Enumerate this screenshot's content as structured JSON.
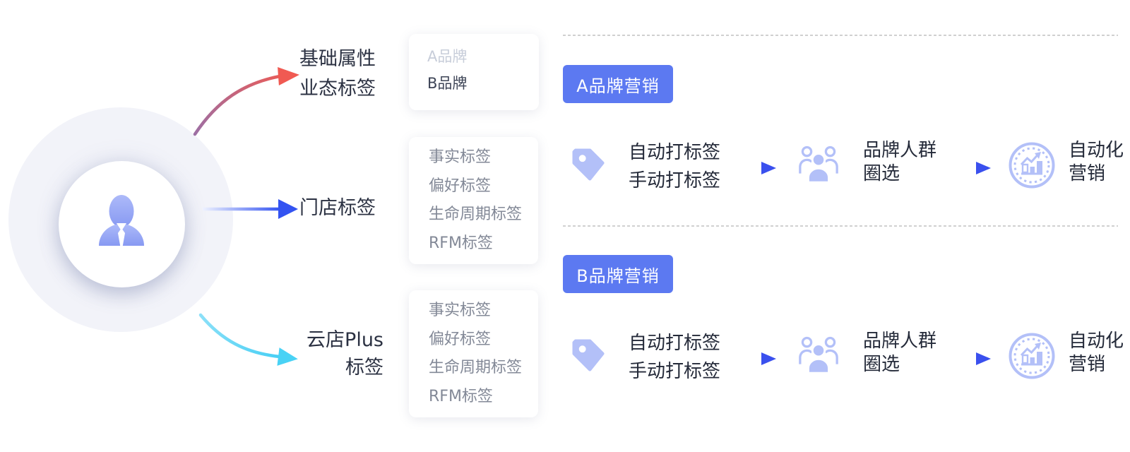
{
  "colors": {
    "accent_button_blue": "#5c79f1",
    "flow_arrow_blue": "#3a50ee",
    "source_arrow_red": "#f05a52",
    "source_arrow_purple": "#9d6fa4",
    "source_arrow_cyan": "#46d1f5",
    "icon_periwinkle": "#b3c0f8",
    "avatar_fill_top": "#adbaf9",
    "avatar_fill_bottom": "#8799f2",
    "circle_bg": "#f2f3f9",
    "label_text": "#2b3142",
    "flow_text": "#242a39",
    "box_text_gray": "#838997",
    "box_text_muted": "#c7cdd9",
    "divider_gray": "#d0d0d0"
  },
  "icons": {
    "user": "user-icon",
    "tag": "tag-icon",
    "people": "users-group-icon",
    "chart": "marketing-chart-icon",
    "flow_arrow": "arrow-right-icon"
  },
  "diagram": {
    "groups": [
      {
        "label_line1": "基础属性",
        "label_line2": "业态标签",
        "box_items": [
          "A品牌",
          "B品牌"
        ]
      },
      {
        "label_line1": "门店标签",
        "box_items": [
          "事实标签",
          "偏好标签",
          "生命周期标签",
          "RFM标签"
        ]
      },
      {
        "label_line1": "云店Plus",
        "label_line2": "标签",
        "box_items": [
          "事实标签",
          "偏好标签",
          "生命周期标签",
          "RFM标签"
        ]
      }
    ],
    "sections": [
      {
        "button_label": "A品牌营销",
        "tagging_line1": "自动打标签",
        "tagging_line2": "手动打标签",
        "audience_line1": "品牌人群",
        "audience_line2": "圈选",
        "automation_line1": "自动化",
        "automation_line2": "营销"
      },
      {
        "button_label": "B品牌营销",
        "tagging_line1": "自动打标签",
        "tagging_line2": "手动打标签",
        "audience_line1": "品牌人群",
        "audience_line2": "圈选",
        "automation_line1": "自动化",
        "automation_line2": "营销"
      }
    ]
  }
}
